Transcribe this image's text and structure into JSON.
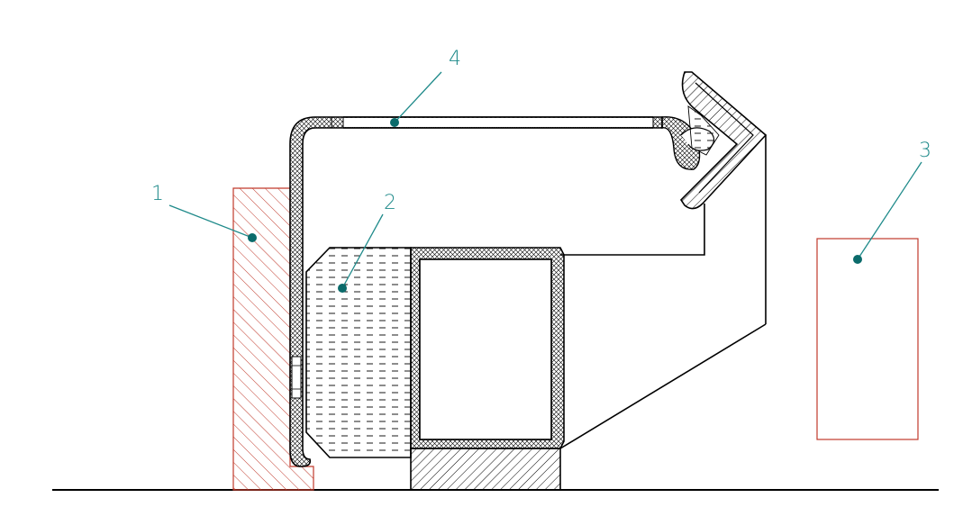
{
  "callouts": [
    {
      "label": "1",
      "target": "hatched-wall-element"
    },
    {
      "label": "2",
      "target": "dashed-filled-block"
    },
    {
      "label": "3",
      "target": "red-outline-box"
    },
    {
      "label": "4",
      "target": "top-profile-strip"
    }
  ],
  "colors": {
    "line": "#000000",
    "callout": "#1f8a8a",
    "callout_dot": "#0b6b6b",
    "red_element": "#c0392b"
  }
}
